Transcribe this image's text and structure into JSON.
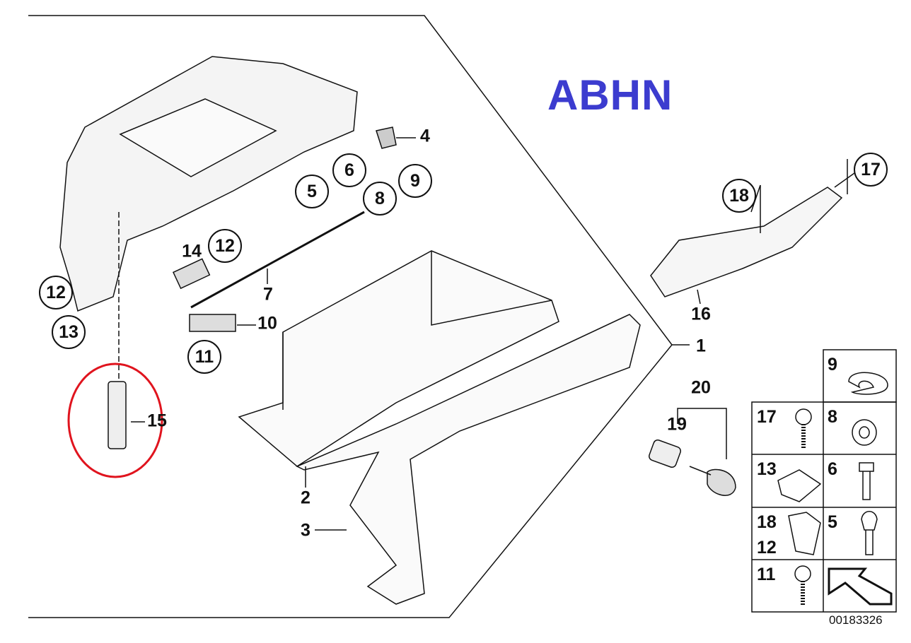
{
  "brand_label": "ABHN",
  "diagram_number": "00183326",
  "callouts": [
    "4",
    "6",
    "9",
    "8",
    "5",
    "12",
    "14",
    "7",
    "10",
    "11",
    "12",
    "13",
    "15",
    "2",
    "3",
    "1",
    "20",
    "19",
    "16",
    "18",
    "17"
  ],
  "parts_grid": [
    "9",
    "17",
    "8",
    "13",
    "6",
    "18",
    "12",
    "5",
    "11"
  ],
  "highlight_color": "#e0141e"
}
